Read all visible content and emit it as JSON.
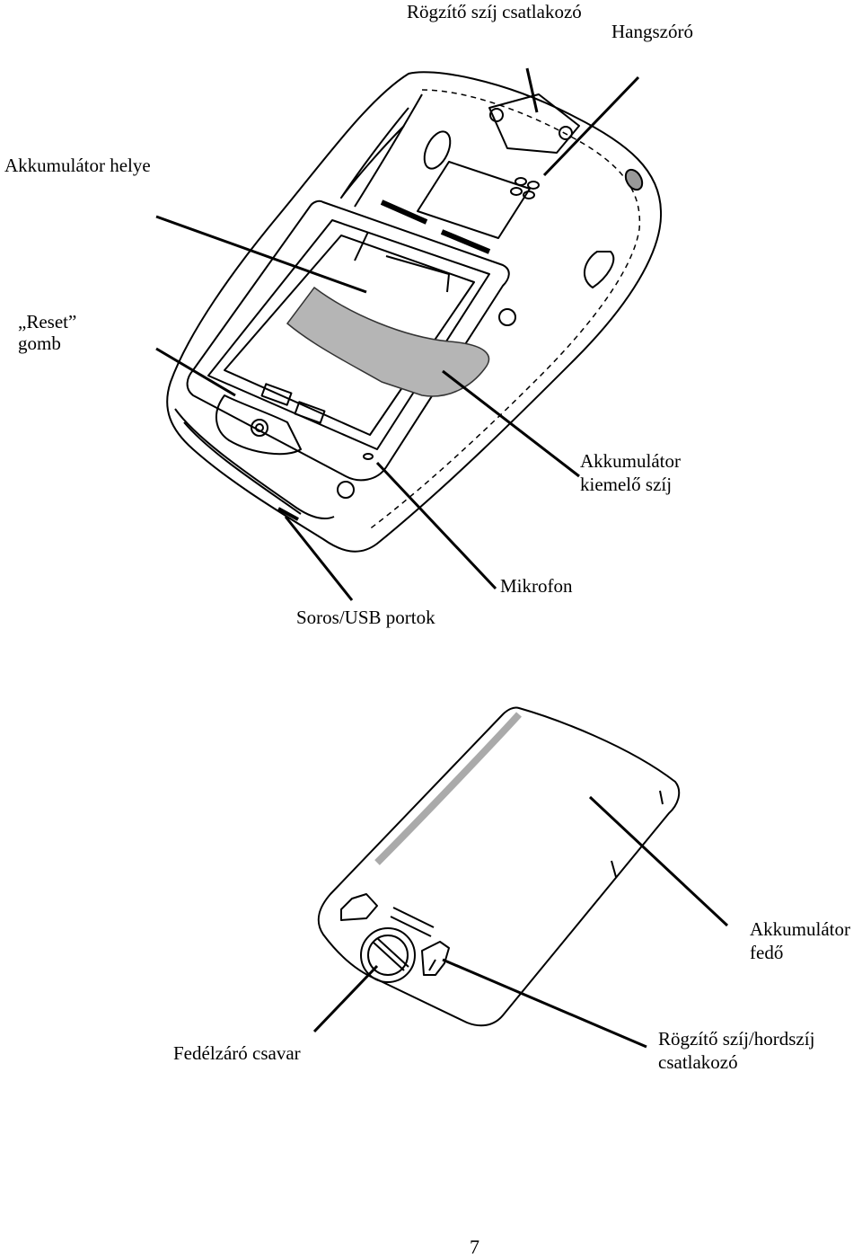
{
  "labels": {
    "strap_connector_top": "Rögzítő szíj csatlakozó",
    "speaker": "Hangszóró",
    "battery_slot": "Akkumulátor helye",
    "reset_line1": "„Reset”",
    "reset_line2": "gomb",
    "battery_pull_line1": "Akkumulátor",
    "battery_pull_line2": "kiemelő szíj",
    "microphone": "Mikrofon",
    "serial_usb": "Soros/USB portok",
    "battery_cover_line1": "Akkumulátor",
    "battery_cover_line2": "fedő",
    "cover_screw": "Fedélzáró csavar",
    "strap_lanyard_line1": "Rögzítő szíj/hordszíj",
    "strap_lanyard_line2": "csatlakozó"
  },
  "page": {
    "number": "7"
  }
}
